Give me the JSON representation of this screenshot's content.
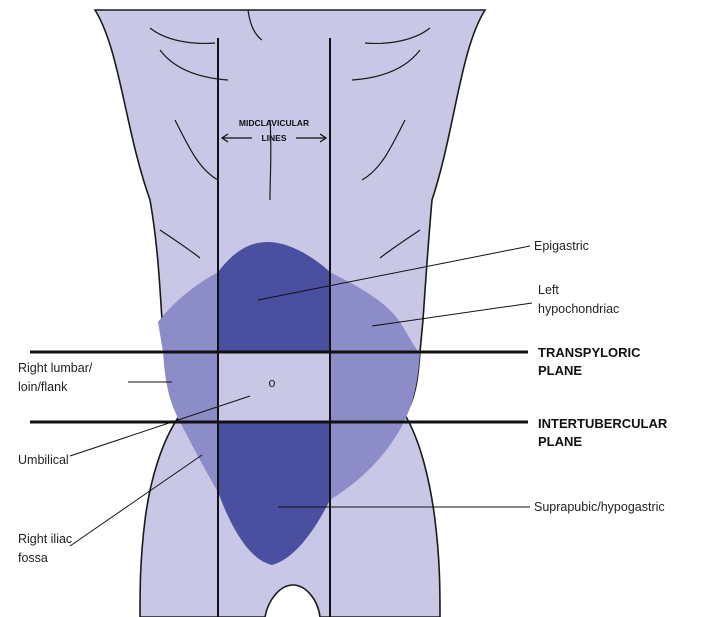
{
  "colors": {
    "skin": "#c8c8e6",
    "outline": "#1a1a1a",
    "medium_region": "#8c8cc8",
    "dark_region": "#4a4fa0",
    "line": "#111111"
  },
  "midclavicular": {
    "line1": "MIDCLAVICULAR",
    "line2": "LINES"
  },
  "center_mark": "o",
  "regions": {
    "epigastric": "Epigastric",
    "left_hypochondriac_1": "Left",
    "left_hypochondriac_2": "hypochondriac",
    "right_lumbar_1": "Right lumbar/",
    "right_lumbar_2": "loin/flank",
    "umbilical": "Umbilical",
    "right_iliac_1": "Right iliac",
    "right_iliac_2": "fossa",
    "suprapubic": "Suprapubic/hypogastric"
  },
  "planes": {
    "transpyloric_1": "TRANSPYLORIC",
    "transpyloric_2": "PLANE",
    "intertubercular_1": "INTERTUBERCULAR",
    "intertubercular_2": "PLANE"
  }
}
